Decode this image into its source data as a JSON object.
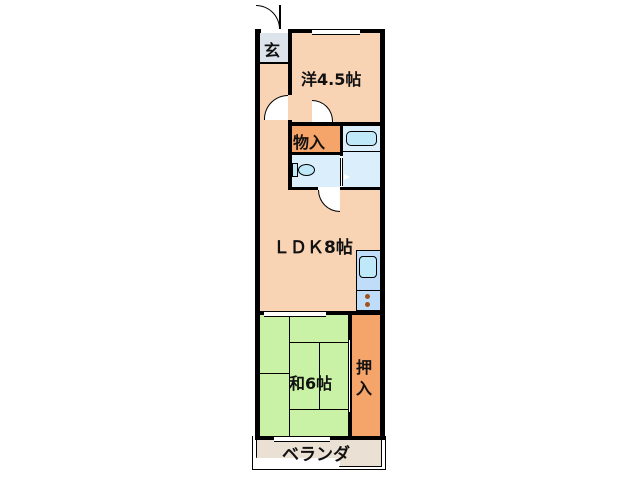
{
  "floorplan": {
    "colors": {
      "western_room": "#f8d3b4",
      "ldk": "#f8d3b4",
      "hall": "#f8d3b4",
      "genkan": "#dde3ea",
      "storage": "#f5a46a",
      "wet_area": "#dbeefc",
      "fixture": "#bfe8f8",
      "tatami": "#c9f2a6",
      "balcony": "#ebe0d4",
      "wall": "#000000"
    },
    "rooms": {
      "genkan": {
        "label": "玄"
      },
      "western": {
        "label": "洋4.5帖"
      },
      "storage_small": {
        "label": "物入"
      },
      "ldk": {
        "label": "ＬＤＫ8帖"
      },
      "japanese": {
        "label": "和6帖"
      },
      "closet": {
        "label_line1": "押",
        "label_line2": "入"
      },
      "balcony": {
        "label": "ベランダ"
      }
    }
  }
}
